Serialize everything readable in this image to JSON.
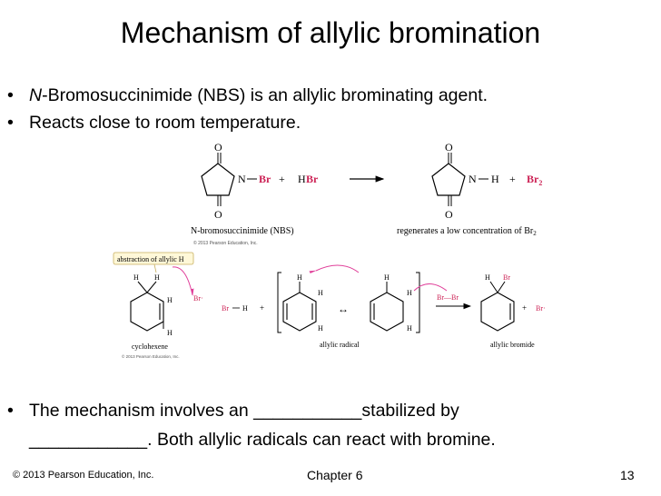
{
  "title": "Mechanism of allylic bromination",
  "bullets": [
    {
      "prefix": "N",
      "text": "-Bromosuccinimide (NBS) is an allylic brominating agent."
    },
    {
      "text": "Reacts close to room temperature."
    }
  ],
  "scheme1": {
    "left_atoms": {
      "o_top": "O",
      "o_bottom": "O",
      "n": "N",
      "br": "Br",
      "plus": "+",
      "h": "H",
      "br2": "Br"
    },
    "right_atoms": {
      "o_top": "O",
      "o_bottom": "O",
      "n": "N",
      "h": "H",
      "plus": "+",
      "br2": "Br",
      "sub2": "2"
    },
    "caption_left": "N-bromosuccinimide (NBS)",
    "caption_right": "regenerates a low concentration of Br",
    "caption_right_sub": "2",
    "copyright": "© 2013 Pearson Education, Inc."
  },
  "scheme2": {
    "abstraction_label": "abstraction of allylic H",
    "br_radical": "Br·",
    "h": "H",
    "br_h_left": "Br",
    "br_h_right": "H",
    "plus": "+",
    "resonance": "↔",
    "label_cyclohexene": "cyclohexene",
    "label_allylic_radical": "allylic radical",
    "label_allylic_bromide": "allylic bromide",
    "br_br": "Br—Br",
    "br": "Br",
    "copyright": "© 2013 Pearson Education, Inc."
  },
  "bottom_text_line1": "The mechanism involves an ___________stabilized by",
  "bottom_text_line2": "____________. Both allylic radicals can react with bromine.",
  "footer_left": "© 2013 Pearson Education, Inc.",
  "footer_center": "Chapter 6",
  "footer_right": "13",
  "colors": {
    "accent_red": "#cc2255",
    "arrow": "#e0409a"
  }
}
